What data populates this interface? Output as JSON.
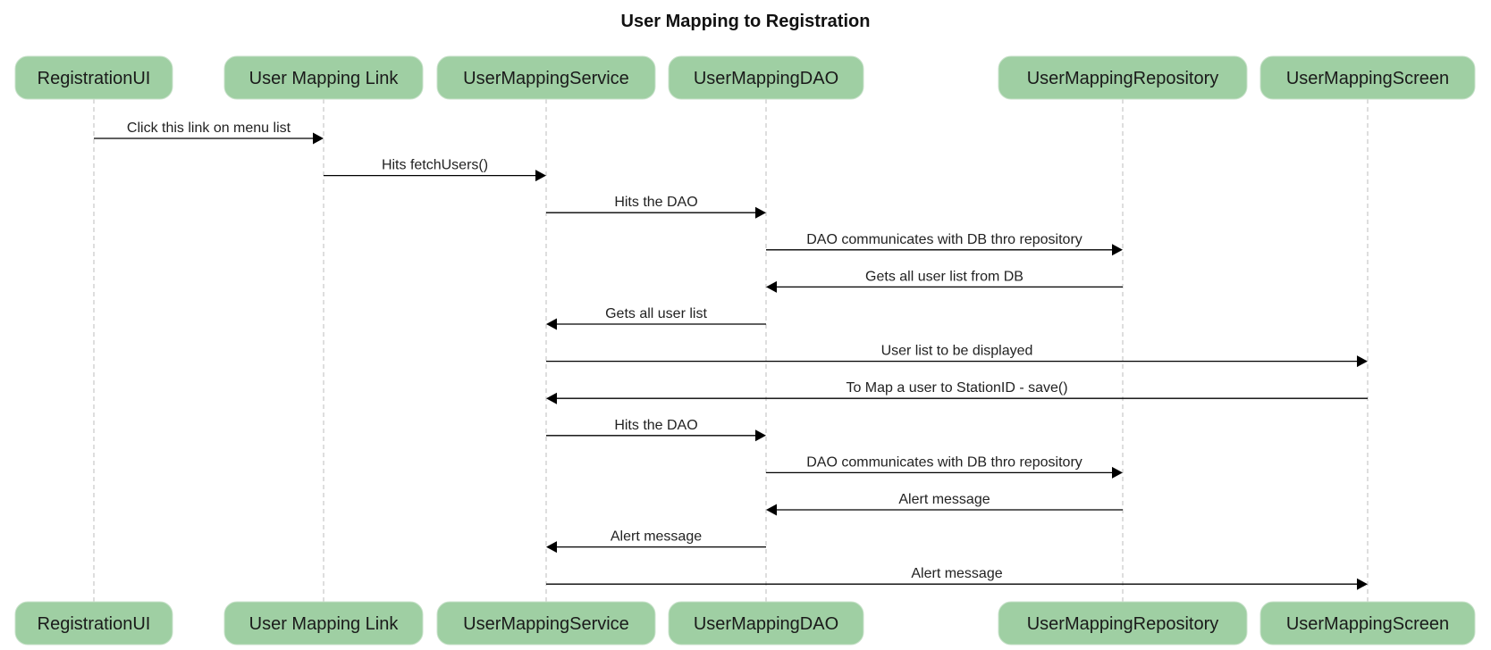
{
  "title": "User Mapping to Registration",
  "colors": {
    "actor_fill": "#9fcfa3",
    "arrow": "#000000",
    "lifeline": "#c8c8c8"
  },
  "participants": [
    {
      "id": "registration_ui",
      "label": "RegistrationUI"
    },
    {
      "id": "user_mapping_link",
      "label": "User Mapping Link"
    },
    {
      "id": "user_mapping_service",
      "label": "UserMappingService"
    },
    {
      "id": "user_mapping_dao",
      "label": "UserMappingDAO"
    },
    {
      "id": "user_mapping_repository",
      "label": "UserMappingRepository"
    },
    {
      "id": "user_mapping_screen",
      "label": "UserMappingScreen"
    }
  ],
  "messages": [
    {
      "from": 0,
      "to": 1,
      "label": "Click this link on menu list"
    },
    {
      "from": 1,
      "to": 2,
      "label": "Hits fetchUsers()"
    },
    {
      "from": 2,
      "to": 3,
      "label": "Hits the DAO"
    },
    {
      "from": 3,
      "to": 4,
      "label": "DAO communicates with DB thro repository"
    },
    {
      "from": 4,
      "to": 3,
      "label": "Gets all user list from DB"
    },
    {
      "from": 3,
      "to": 2,
      "label": "Gets all user list"
    },
    {
      "from": 2,
      "to": 5,
      "label": "User list to be displayed"
    },
    {
      "from": 5,
      "to": 2,
      "label": "To Map a user to StationID - save()"
    },
    {
      "from": 2,
      "to": 3,
      "label": "Hits the DAO"
    },
    {
      "from": 3,
      "to": 4,
      "label": "DAO communicates with DB thro repository"
    },
    {
      "from": 4,
      "to": 3,
      "label": "Alert message"
    },
    {
      "from": 3,
      "to": 2,
      "label": "Alert message"
    },
    {
      "from": 2,
      "to": 5,
      "label": "Alert message"
    }
  ]
}
